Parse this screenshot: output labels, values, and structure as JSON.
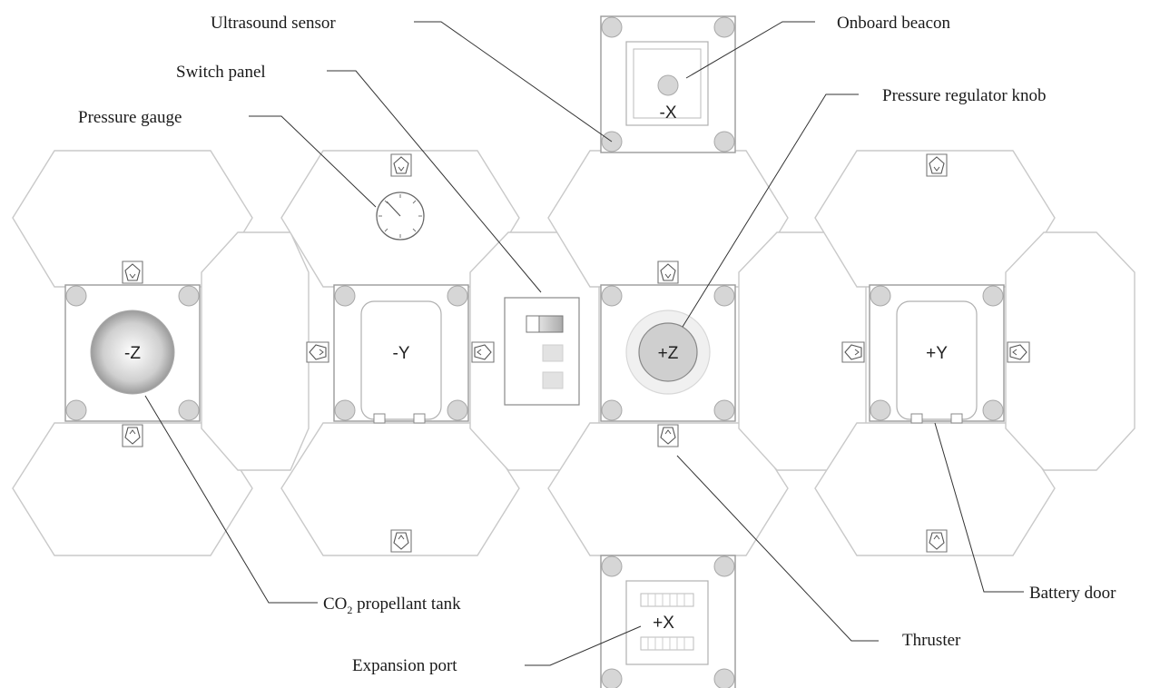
{
  "faces": {
    "neg_z": "-Z",
    "neg_y": "-Y",
    "pos_z": "+Z",
    "pos_y": "+Y",
    "neg_x": "-X",
    "pos_x": "+X"
  },
  "labels": {
    "ultrasound_sensor": "Ultrasound sensor",
    "onboard_beacon": "Onboard beacon",
    "switch_panel": "Switch panel",
    "pressure_regulator_knob": "Pressure regulator knob",
    "pressure_gauge": "Pressure gauge",
    "co2_tank_prefix": "CO",
    "co2_tank_subscript": "2",
    "co2_tank_suffix": " propellant tank",
    "battery_door": "Battery door",
    "thruster": "Thruster",
    "expansion_port": "Expansion port"
  },
  "colors": {
    "outline": "#cfcfcf",
    "sensor_fill": "#d6d6d6",
    "leader_line": "#333333",
    "tank_gradient_center": "#ffffff",
    "tank_gradient_edge": "#9a9a9a"
  }
}
